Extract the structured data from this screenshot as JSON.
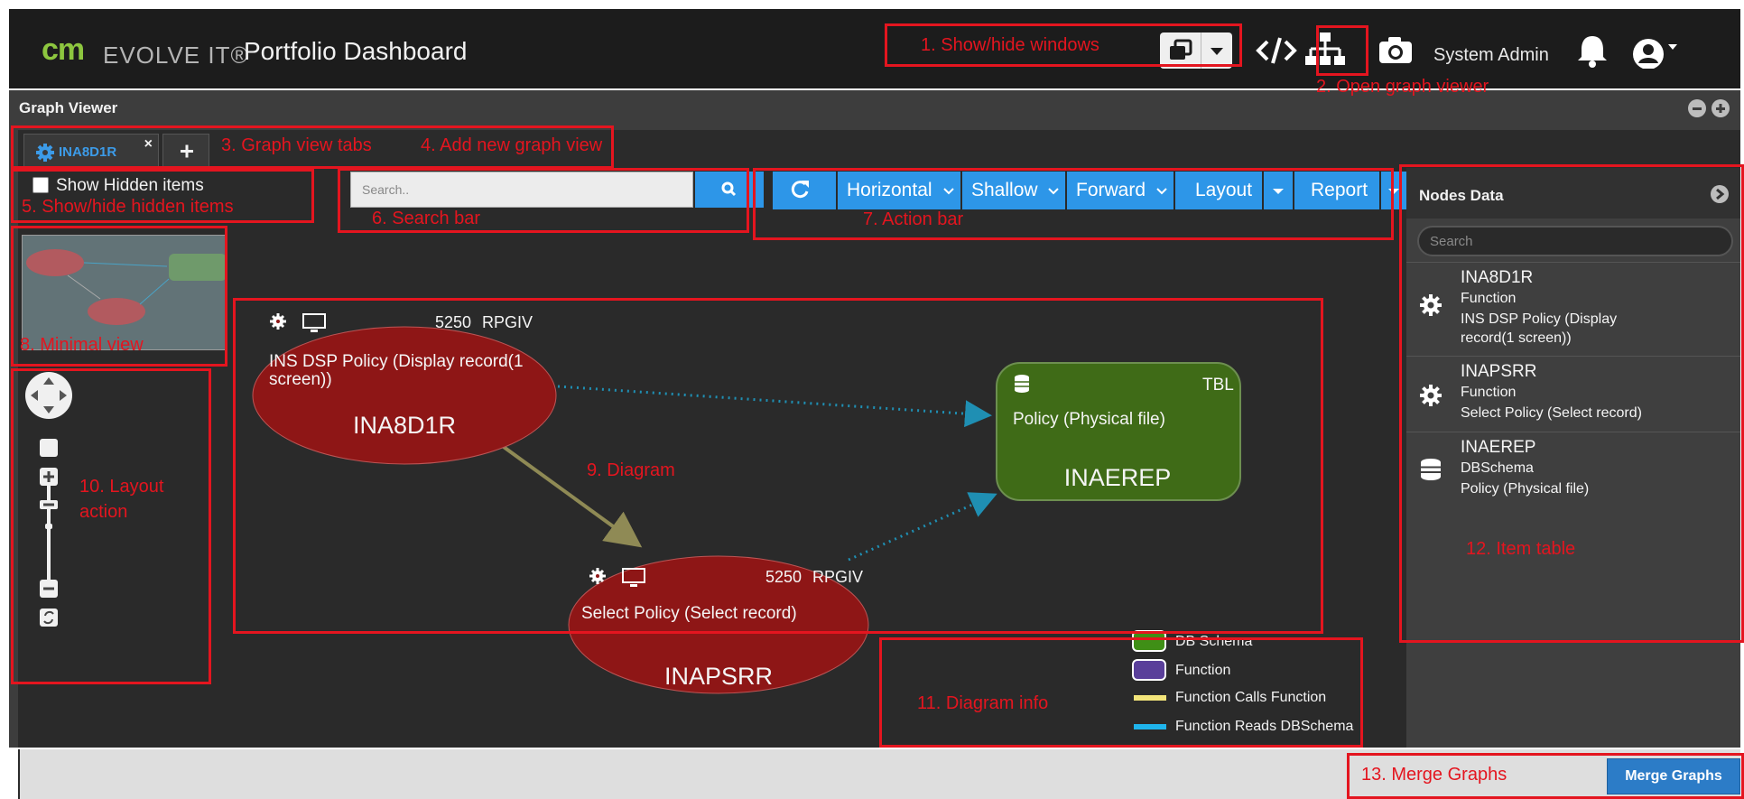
{
  "header": {
    "brand_cm": "cm",
    "brand_evolve": "EVOLVE IT®",
    "app_title": "Portfolio Dashboard",
    "user_name": "System Admin"
  },
  "graph_viewer": {
    "title": "Graph Viewer",
    "tabs": [
      {
        "label": "INA8D1R",
        "close": "×"
      }
    ],
    "add_tab_label": "+",
    "show_hidden_label": "Show Hidden items",
    "show_hidden_checked": false,
    "search_placeholder": "Search..",
    "actions": {
      "orientation": "Horizontal",
      "depth": "Shallow",
      "direction": "Forward",
      "layout": "Layout",
      "report": "Report"
    }
  },
  "diagram": {
    "nodes": [
      {
        "id": "INA8D1R",
        "type": "Function",
        "desc_line1": "INS DSP Policy (Display record(1",
        "desc_line2": "screen))",
        "meta_left": "5250",
        "meta_right": "RPGIV",
        "color": "#8e1616"
      },
      {
        "id": "INAPSRR",
        "type": "Function",
        "desc_line1": "Select Policy (Select record)",
        "meta_left": "5250",
        "meta_right": "RPGIV",
        "color": "#8e1616"
      },
      {
        "id": "INAEREP",
        "type": "DBSchema",
        "desc_line1": "Policy (Physical file)",
        "meta_right": "TBL",
        "color": "#3f6b17"
      }
    ],
    "edges": [
      {
        "from": "INA8D1R",
        "to": "INAEREP",
        "kind": "Function Reads DBSchema",
        "color": "#1f8fb3",
        "style": "dotted"
      },
      {
        "from": "INA8D1R",
        "to": "INAPSRR",
        "kind": "Function Calls Function",
        "color": "#8f8a55",
        "style": "solid"
      },
      {
        "from": "INAPSRR",
        "to": "INAEREP",
        "kind": "Function Reads DBSchema",
        "color": "#1f8fb3",
        "style": "dotted"
      }
    ]
  },
  "legend": [
    {
      "label": "DB Schema",
      "swatch": "#3f8f16"
    },
    {
      "label": "Function",
      "swatch": "#5a3f9a"
    },
    {
      "label": "Function Calls Function",
      "line": "#f3e57a"
    },
    {
      "label": "Function Reads DBSchema",
      "line": "#1fb4ec"
    }
  ],
  "nodes_panel": {
    "title": "Nodes Data",
    "search_placeholder": "Search",
    "items": [
      {
        "name": "INA8D1R",
        "type": "Function",
        "desc": "INS DSP Policy (Display record(1 screen))",
        "icon": "gear-icon"
      },
      {
        "name": "INAPSRR",
        "type": "Function",
        "desc": "Select Policy (Select record)",
        "icon": "gear-icon"
      },
      {
        "name": "INAEREP",
        "type": "DBSchema",
        "desc": "Policy (Physical file)",
        "icon": "database-icon"
      }
    ]
  },
  "merge_button": "Merge Graphs",
  "annotations": [
    "1. Show/hide windows",
    "2. Open graph viewer",
    "3. Graph view tabs",
    "4. Add new graph view",
    "5. Show/hide hidden items",
    "6. Search bar",
    "7. Action bar",
    "8. Minimal view",
    "9. Diagram",
    "10. Layout",
    "action",
    "11. Diagram info",
    "12. Item table",
    "13. Merge Graphs"
  ],
  "colors": {
    "annotation": "#e4151f",
    "accent_blue": "#2d96e8",
    "function_node": "#8e1616",
    "dbschema_node": "#3f6b17"
  }
}
